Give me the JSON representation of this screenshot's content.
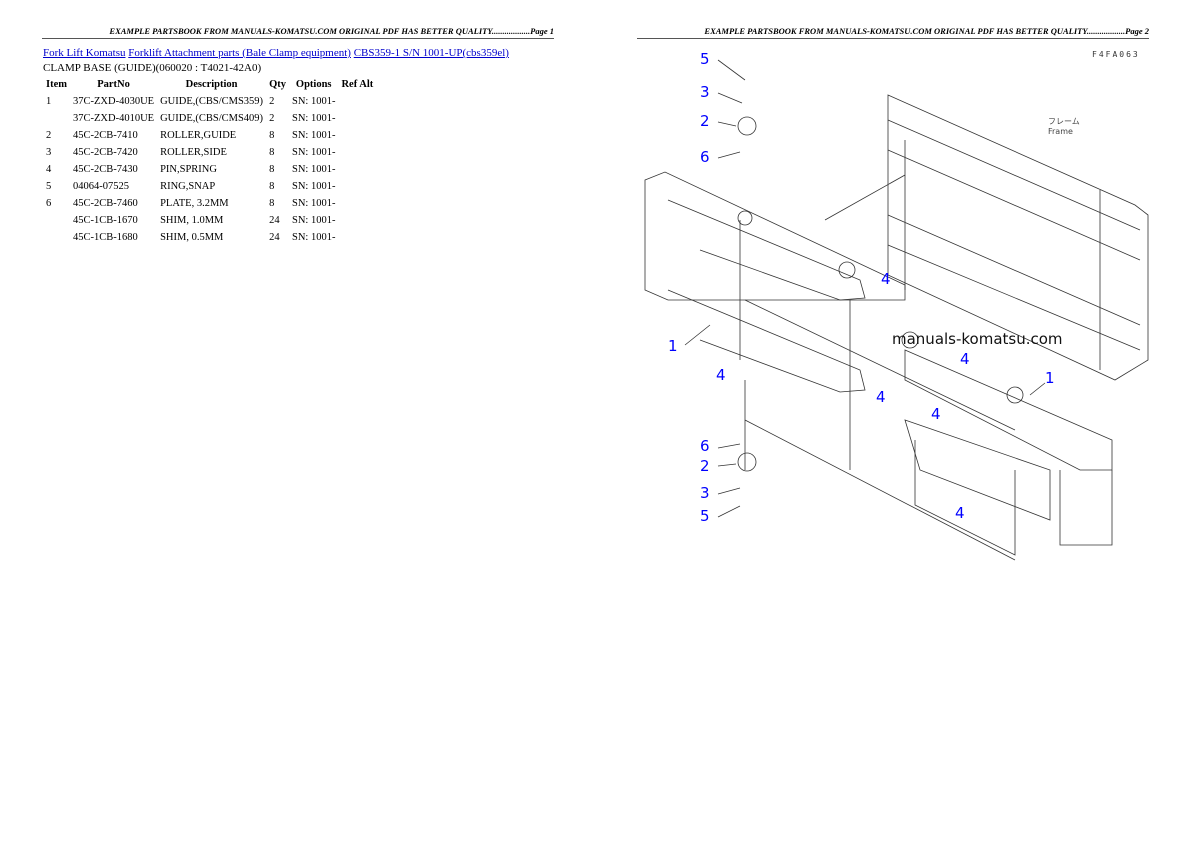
{
  "page1": {
    "header": "EXAMPLE PARTSBOOK FROM MANUALS-KOMATSU.COM ORIGINAL PDF HAS BETTER QUALITY..................Page 1",
    "breadcrumbs": [
      "Fork Lift Komatsu",
      "Forklift Attachment parts (Bale Clamp equipment)",
      "CBS359-1 S/N 1001-UP(cbs359el)"
    ],
    "subtitle": "CLAMP BASE (GUIDE)(060020 : T4021-42A0)",
    "columns": [
      "Item",
      "PartNo",
      "Description",
      "Qty",
      "Options",
      "Ref Alt"
    ],
    "rows": [
      [
        "1",
        "37C-ZXD-4030UE",
        "GUIDE,(CBS/CMS359)",
        "2",
        "SN: 1001-",
        ""
      ],
      [
        "",
        "37C-ZXD-4010UE",
        "GUIDE,(CBS/CMS409)",
        "2",
        "SN: 1001-",
        ""
      ],
      [
        "2",
        "45C-2CB-7410",
        "ROLLER,GUIDE",
        "8",
        "SN: 1001-",
        ""
      ],
      [
        "3",
        "45C-2CB-7420",
        "ROLLER,SIDE",
        "8",
        "SN: 1001-",
        ""
      ],
      [
        "4",
        "45C-2CB-7430",
        "PIN,SPRING",
        "8",
        "SN: 1001-",
        ""
      ],
      [
        "5",
        "04064-07525",
        "RING,SNAP",
        "8",
        "SN: 1001-",
        ""
      ],
      [
        "6",
        "45C-2CB-7460",
        "PLATE, 3.2MM",
        "8",
        "SN: 1001-",
        ""
      ],
      [
        "",
        "45C-1CB-1670",
        "SHIM, 1.0MM",
        "24",
        "SN: 1001-",
        ""
      ],
      [
        "",
        "45C-1CB-1680",
        "SHIM, 0.5MM",
        "24",
        "SN: 1001-",
        ""
      ]
    ]
  },
  "page2": {
    "header": "EXAMPLE PARTSBOOK FROM MANUALS-KOMATSU.COM ORIGINAL PDF HAS BETTER QUALITY..................Page 2",
    "diagram_code": "F4FA063",
    "watermark": "manuals-komatsu.com",
    "frame_label": "フレーム Frame",
    "callouts": [
      "5",
      "3",
      "2",
      "6",
      "4",
      "1",
      "4",
      "4",
      "4",
      "1",
      "4",
      "6",
      "2",
      "3",
      "5",
      "4"
    ],
    "callout_color": "#0000ff"
  }
}
